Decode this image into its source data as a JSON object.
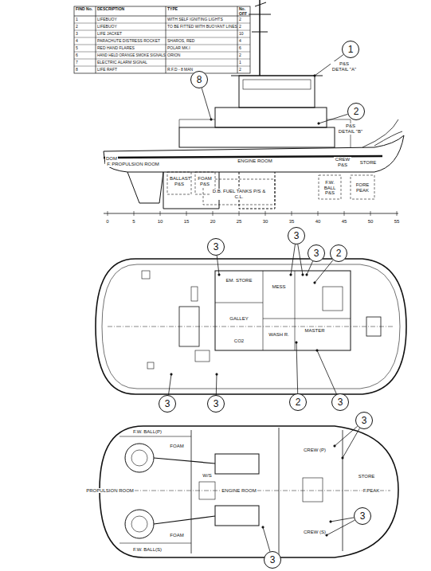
{
  "diagram": {
    "nodes": [
      {
        "text": [
          "8"
        ]
      },
      {
        "text": [
          "1"
        ]
      },
      {
        "text": [
          "2"
        ]
      },
      {
        "text": [
          "3"
        ]
      },
      {
        "text": [
          "3"
        ]
      },
      {
        "text": [
          "3"
        ]
      },
      {
        "text": [
          "2"
        ]
      },
      {
        "text": [
          "3"
        ]
      },
      {
        "text": [
          "3"
        ]
      },
      {
        "text": [
          "2"
        ]
      },
      {
        "text": [
          "3"
        ]
      },
      {
        "text": [
          "3"
        ]
      },
      {
        "text": [
          "3"
        ]
      },
      {
        "text": [
          "3"
        ]
      }
    ],
    "labels": [
      "FIND No.",
      "DESCRIPTION",
      "TYPE",
      "No. OFF",
      "1",
      "LIFEBUOY",
      "WITH SELF IGNITING LIGHTS",
      "2",
      "2",
      "LIFEBUOY",
      "TO BE FITTED WITH BUOYANT LINES",
      "2",
      "3",
      "LIFE JACKET",
      "10",
      "4",
      "PARACHUTE DISTRESS ROCKET",
      "SHAROS, RED",
      "4",
      "5",
      "RED HAND FLARES",
      "POLAR MK.I",
      "6",
      "6",
      "HAND HELD ORANGE SMOKE SIGNALS",
      "ORION",
      "2",
      "7",
      "ELECTRIC ALARM SIGNAL",
      "1",
      "8",
      "LIFE RAFT",
      "R.F.D - 8 MAN",
      "2",
      "P&S DETAIL \"A\"",
      "P&S DETAIL \"B\"",
      "DOM F.W.",
      "PROPULSION ROOM",
      "BALLAST P&S",
      "FOAM P&S",
      "ENGINE ROOM",
      "CREW P&S",
      "STORE",
      "D.B. FUEL TANKS P/S & C.L.",
      "F.W. BALL P&S",
      "FORE PEAK",
      "0",
      "5",
      "10",
      "15",
      "20",
      "25",
      "30",
      "35",
      "40",
      "45",
      "50",
      "55",
      "EM. STORE",
      "MESS",
      "GALLEY",
      "WASH R.",
      "MASTER",
      "CO2",
      "F.W. BALL(P)",
      "FOAM",
      "PROPULSION ROOM",
      "W/S",
      "ENGINE ROOM",
      "CREW (P)",
      "CREW (S)",
      "STORE",
      "F.PEAK",
      "F.W. BALL(S)",
      "FOAM"
    ]
  }
}
